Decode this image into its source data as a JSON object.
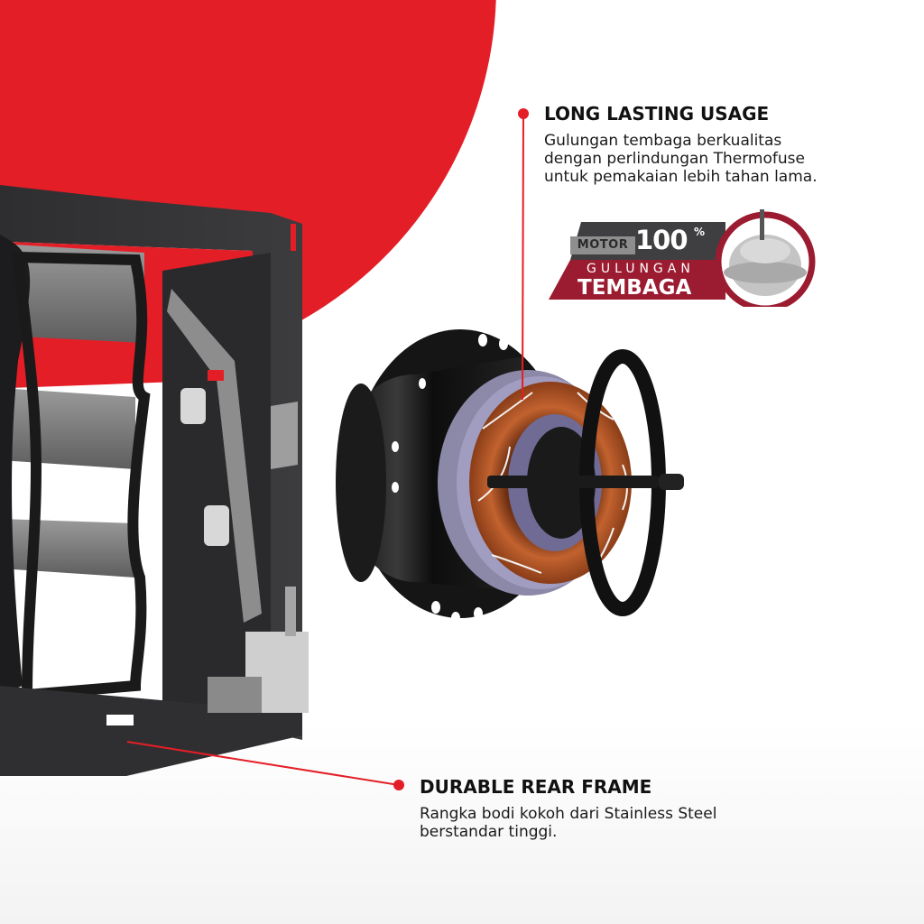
{
  "colors": {
    "brand_red": "#e41e26",
    "badge_dark": "#3f3f41",
    "badge_maroon": "#9b1b30",
    "text": "#111111"
  },
  "callouts": [
    {
      "title": "LONG LASTING USAGE",
      "description": "Gulungan tembaga berkualitas dengan perlindungan Thermofuse untuk pemakaian lebih tahan lama.",
      "lines": [
        "Gulungan tembaga berkualitas",
        "dengan perlindungan Thermofuse",
        "untuk pemakaian lebih tahan lama."
      ],
      "pointer_target": "motor-copper-coil"
    },
    {
      "title": "DURABLE REAR FRAME",
      "description": "Rangka bodi kokoh dari Stainless Steel berstandar tinggi.",
      "lines": [
        "Rangka bodi kokoh dari Stainless Steel",
        "berstandar tinggi."
      ],
      "pointer_target": "rear-frame"
    }
  ],
  "badge": {
    "motor_label": "MOTOR",
    "percent_value": "100",
    "percent_sign": "%",
    "line1": "GULUNGAN",
    "line2": "TEMBAGA",
    "icon": "fan-motor-icon"
  },
  "images": {
    "frame": "rear-frame-render",
    "motor": "copper-motor-render",
    "background_shape": "red-circle"
  }
}
